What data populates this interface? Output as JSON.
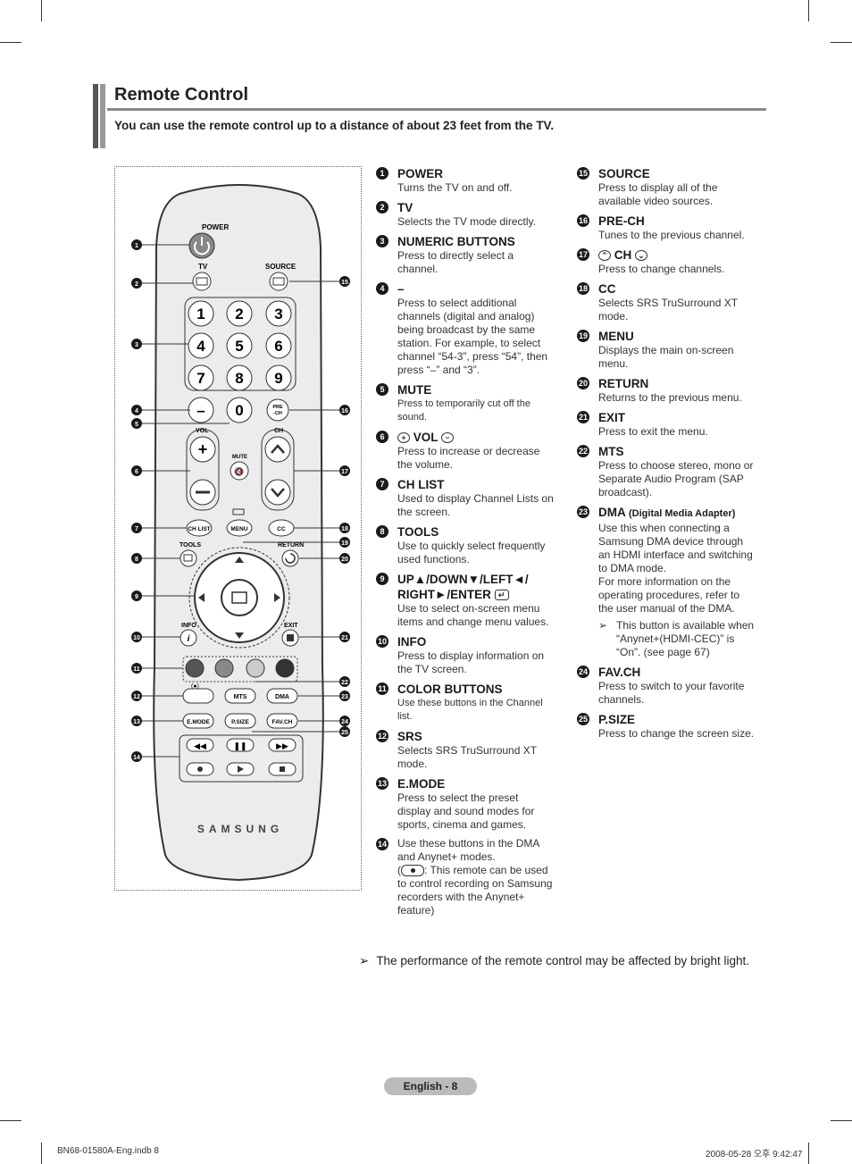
{
  "header": {
    "title": "Remote Control",
    "subtitle": "You can use the remote control up to a distance of about 23 feet from the TV."
  },
  "remote": {
    "labels": {
      "power": "POWER",
      "tv": "TV",
      "source": "SOURCE",
      "vol": "VOL",
      "ch": "CH",
      "mute": "MUTE",
      "prech": "PRE-CH",
      "chlist": "CH LIST",
      "menu": "MENU",
      "cc": "CC",
      "tools": "TOOLS",
      "return": "RETURN",
      "info": "INFO",
      "exit": "EXIT",
      "mts": "MTS",
      "dma": "DMA",
      "emode": "E.MODE",
      "psize": "P.SIZE",
      "favch": "FAV.CH",
      "brand": "SAMSUNG"
    },
    "digits": [
      "1",
      "2",
      "3",
      "4",
      "5",
      "6",
      "7",
      "8",
      "9",
      "–",
      "0"
    ],
    "callouts_left": [
      "1",
      "2",
      "3",
      "4",
      "5",
      "6",
      "7",
      "8",
      "9",
      "10",
      "11",
      "12",
      "13",
      "14"
    ],
    "callouts_right": [
      "15",
      "16",
      "17",
      "18",
      "19",
      "20",
      "21",
      "22",
      "23",
      "24",
      "25"
    ],
    "colors": {
      "body": "#e9e9e9",
      "outline": "#333333",
      "red": "#555555",
      "green": "#888888",
      "yellow": "#cccccc",
      "blue": "#333333"
    }
  },
  "items_col1": [
    {
      "num": "1",
      "title": "POWER",
      "desc": "Turns the TV on and off."
    },
    {
      "num": "2",
      "title": "TV",
      "desc": "Selects the TV mode directly."
    },
    {
      "num": "3",
      "title": "NUMERIC BUTTONS",
      "desc": "Press to directly select a channel."
    },
    {
      "num": "4",
      "title": "–",
      "desc": "Press to select additional channels (digital and analog) being broadcast by the same station. For example, to select channel “54-3”, press “54”, then press “–” and “3”."
    },
    {
      "num": "5",
      "title": "MUTE",
      "desc": "Press to temporarily cut off the sound."
    },
    {
      "num": "6",
      "title": "VOL",
      "desc": "Press to increase or decrease the volume."
    },
    {
      "num": "7",
      "title": "CH LIST",
      "desc": "Used to display Channel Lists on the screen."
    },
    {
      "num": "8",
      "title": "TOOLS",
      "desc": "Use to quickly select frequently used functions."
    },
    {
      "num": "9",
      "title": "UP▲/DOWN▼/LEFT◄/ RIGHT►/ENTER",
      "desc": "Use to select on-screen menu items and change menu values."
    },
    {
      "num": "10",
      "title": "INFO",
      "desc": "Press to display information on the TV screen."
    },
    {
      "num": "11",
      "title": "COLOR BUTTONS",
      "desc": "Use these buttons in the Channel list."
    },
    {
      "num": "12",
      "title": "SRS",
      "desc": "Selects SRS TruSurround XT mode."
    },
    {
      "num": "13",
      "title": "E.MODE",
      "desc": "Press to select the preset display and sound modes for sports, cinema and games."
    },
    {
      "num": "14",
      "title": "",
      "desc": "Use these buttons in the DMA and Anynet+ modes.",
      "desc2a": "(",
      "desc2b": ": This remote can be used to control recording on Samsung recorders with the Anynet+ feature)"
    }
  ],
  "items_col2": [
    {
      "num": "15",
      "title": "SOURCE",
      "desc": "Press to display all of the available video sources."
    },
    {
      "num": "16",
      "title": "PRE-CH",
      "desc": "Tunes to the previous channel."
    },
    {
      "num": "17",
      "title": "CH",
      "desc": "Press to change channels."
    },
    {
      "num": "18",
      "title": "CC",
      "desc": "Selects SRS TruSurround XT mode."
    },
    {
      "num": "19",
      "title": "MENU",
      "desc": "Displays the main on-screen menu."
    },
    {
      "num": "20",
      "title": "RETURN",
      "desc": "Returns to the previous menu."
    },
    {
      "num": "21",
      "title": "EXIT",
      "desc": "Press to exit the menu."
    },
    {
      "num": "22",
      "title": "MTS",
      "desc": "Press to choose stereo, mono or Separate Audio Program (SAP broadcast)."
    },
    {
      "num": "23",
      "title": "DMA",
      "title_small": "(Digital Media Adapter)",
      "desc": "Use this when connecting a Samsung DMA device through an HDMI interface and switching to DMA mode.",
      "desc2": "For more information on the operating procedures, refer to the user manual of the DMA.",
      "note": "This button is available when “Anynet+(HDMI-CEC)” is “On”. (see page 67)"
    },
    {
      "num": "24",
      "title": "FAV.CH",
      "desc": "Press to switch to your favorite channels."
    },
    {
      "num": "25",
      "title": "P.SIZE",
      "desc": "Press to change the screen size."
    }
  ],
  "bottom_note": "The performance of the remote control may be affected by bright light.",
  "page_label": "English - 8",
  "footer": {
    "left": "BN68-01580A-Eng.indb   8",
    "right": "2008-05-28   오후 9:42:47"
  }
}
